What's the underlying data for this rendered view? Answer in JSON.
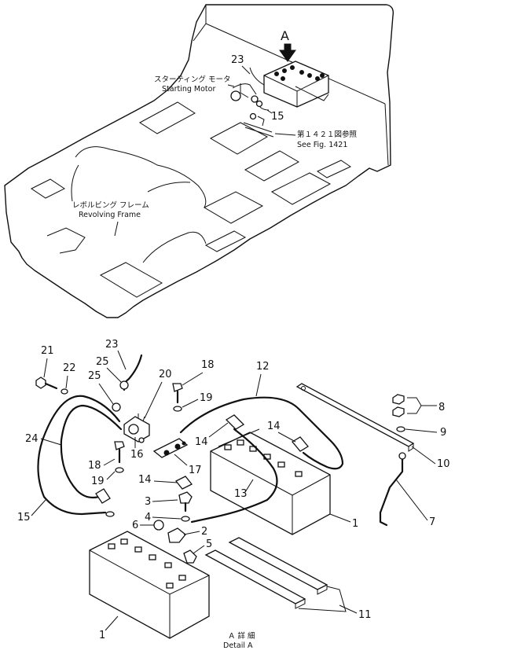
{
  "overview": {
    "view_marker": "A",
    "callouts": {
      "cable_23": "23",
      "cable_15": "15"
    },
    "starting_motor": {
      "jp": "スターティング モータ",
      "en": "Starting Motor"
    },
    "see_fig": {
      "jp": "第１４２１図参照",
      "en": "See Fig. 1421"
    },
    "revolving_frame": {
      "jp": "レボルビング フレーム",
      "en": "Revolving Frame"
    }
  },
  "detail": {
    "caption_jp": "Ａ 詳 細",
    "caption_en": "Detail A",
    "parts": [
      {
        "id": "p21",
        "label": "21"
      },
      {
        "id": "p22",
        "label": "22"
      },
      {
        "id": "p23",
        "label": "23"
      },
      {
        "id": "p25a",
        "label": "25"
      },
      {
        "id": "p25b",
        "label": "25"
      },
      {
        "id": "p20",
        "label": "20"
      },
      {
        "id": "p18a",
        "label": "18"
      },
      {
        "id": "p19a",
        "label": "19"
      },
      {
        "id": "p12",
        "label": "12"
      },
      {
        "id": "p24",
        "label": "24"
      },
      {
        "id": "p16",
        "label": "16"
      },
      {
        "id": "p17",
        "label": "17"
      },
      {
        "id": "p14a",
        "label": "14"
      },
      {
        "id": "p14b",
        "label": "14"
      },
      {
        "id": "p14c",
        "label": "14"
      },
      {
        "id": "p18b",
        "label": "18"
      },
      {
        "id": "p19b",
        "label": "19"
      },
      {
        "id": "p3",
        "label": "3"
      },
      {
        "id": "p4",
        "label": "4"
      },
      {
        "id": "p6",
        "label": "6"
      },
      {
        "id": "p2",
        "label": "2"
      },
      {
        "id": "p5",
        "label": "5"
      },
      {
        "id": "p13",
        "label": "13"
      },
      {
        "id": "p15",
        "label": "15"
      },
      {
        "id": "p1a",
        "label": "1"
      },
      {
        "id": "p1b",
        "label": "1"
      },
      {
        "id": "p8",
        "label": "8"
      },
      {
        "id": "p9",
        "label": "9"
      },
      {
        "id": "p10",
        "label": "10"
      },
      {
        "id": "p7",
        "label": "7"
      },
      {
        "id": "p11",
        "label": "11"
      }
    ]
  }
}
